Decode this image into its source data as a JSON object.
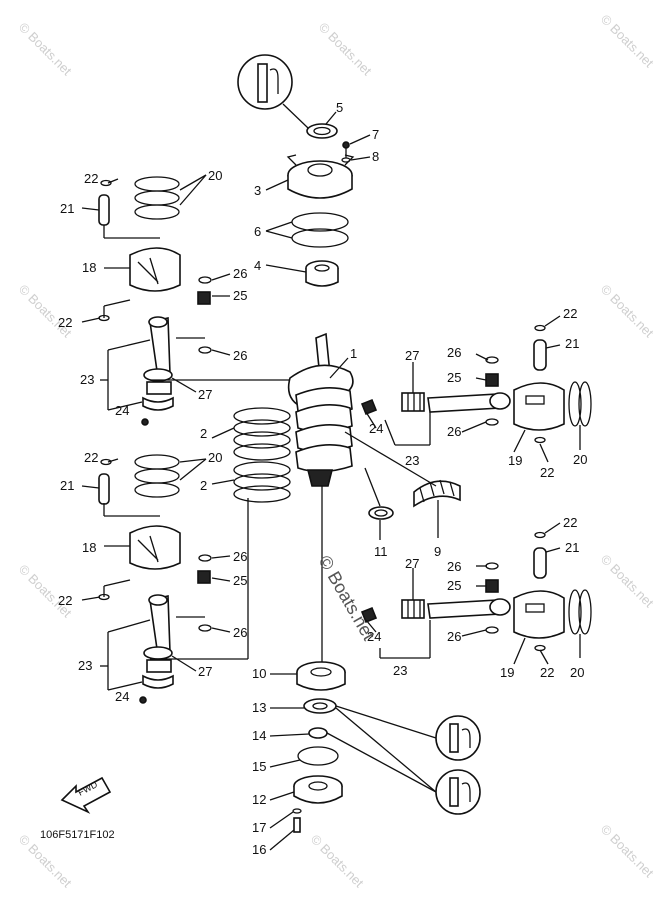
{
  "diagram": {
    "code": "106F5171F102",
    "fwd_label": "FWD",
    "watermark": "© Boats.net",
    "center_watermark": "© Boats.net"
  },
  "callouts": [
    {
      "id": "c5",
      "text": "5"
    },
    {
      "id": "c7",
      "text": "7"
    },
    {
      "id": "c8",
      "text": "8"
    },
    {
      "id": "c3",
      "text": "3"
    },
    {
      "id": "c6",
      "text": "6"
    },
    {
      "id": "c4",
      "text": "4"
    },
    {
      "id": "c1",
      "text": "1"
    },
    {
      "id": "c2a",
      "text": "2"
    },
    {
      "id": "c2b",
      "text": "2"
    },
    {
      "id": "c22a",
      "text": "22"
    },
    {
      "id": "c20a",
      "text": "20"
    },
    {
      "id": "c21a",
      "text": "21"
    },
    {
      "id": "c18a",
      "text": "18"
    },
    {
      "id": "c26a",
      "text": "26"
    },
    {
      "id": "c25a",
      "text": "25"
    },
    {
      "id": "c22b",
      "text": "22"
    },
    {
      "id": "c26b",
      "text": "26"
    },
    {
      "id": "c23a",
      "text": "23"
    },
    {
      "id": "c27a",
      "text": "27"
    },
    {
      "id": "c24a",
      "text": "24"
    },
    {
      "id": "c22c",
      "text": "22"
    },
    {
      "id": "c20b",
      "text": "20"
    },
    {
      "id": "c21b",
      "text": "21"
    },
    {
      "id": "c18b",
      "text": "18"
    },
    {
      "id": "c26c",
      "text": "26"
    },
    {
      "id": "c25b",
      "text": "25"
    },
    {
      "id": "c22d",
      "text": "22"
    },
    {
      "id": "c26d",
      "text": "26"
    },
    {
      "id": "c23b",
      "text": "23"
    },
    {
      "id": "c27b",
      "text": "27"
    },
    {
      "id": "c24b",
      "text": "24"
    },
    {
      "id": "c27c",
      "text": "27"
    },
    {
      "id": "c26e",
      "text": "26"
    },
    {
      "id": "c25c",
      "text": "25"
    },
    {
      "id": "c22e",
      "text": "22"
    },
    {
      "id": "c21c",
      "text": "21"
    },
    {
      "id": "c24c",
      "text": "24"
    },
    {
      "id": "c26f",
      "text": "26"
    },
    {
      "id": "c23c",
      "text": "23"
    },
    {
      "id": "c19a",
      "text": "19"
    },
    {
      "id": "c22f",
      "text": "22"
    },
    {
      "id": "c20c",
      "text": "20"
    },
    {
      "id": "c9",
      "text": "9"
    },
    {
      "id": "c11",
      "text": "11"
    },
    {
      "id": "c27d",
      "text": "27"
    },
    {
      "id": "c26g",
      "text": "26"
    },
    {
      "id": "c25d",
      "text": "25"
    },
    {
      "id": "c22g",
      "text": "22"
    },
    {
      "id": "c21d",
      "text": "21"
    },
    {
      "id": "c24d",
      "text": "24"
    },
    {
      "id": "c26h",
      "text": "26"
    },
    {
      "id": "c23d",
      "text": "23"
    },
    {
      "id": "c19b",
      "text": "19"
    },
    {
      "id": "c22h",
      "text": "22"
    },
    {
      "id": "c20d",
      "text": "20"
    },
    {
      "id": "c10",
      "text": "10"
    },
    {
      "id": "c13",
      "text": "13"
    },
    {
      "id": "c14",
      "text": "14"
    },
    {
      "id": "c15",
      "text": "15"
    },
    {
      "id": "c12",
      "text": "12"
    },
    {
      "id": "c17",
      "text": "17"
    },
    {
      "id": "c16",
      "text": "16"
    }
  ]
}
